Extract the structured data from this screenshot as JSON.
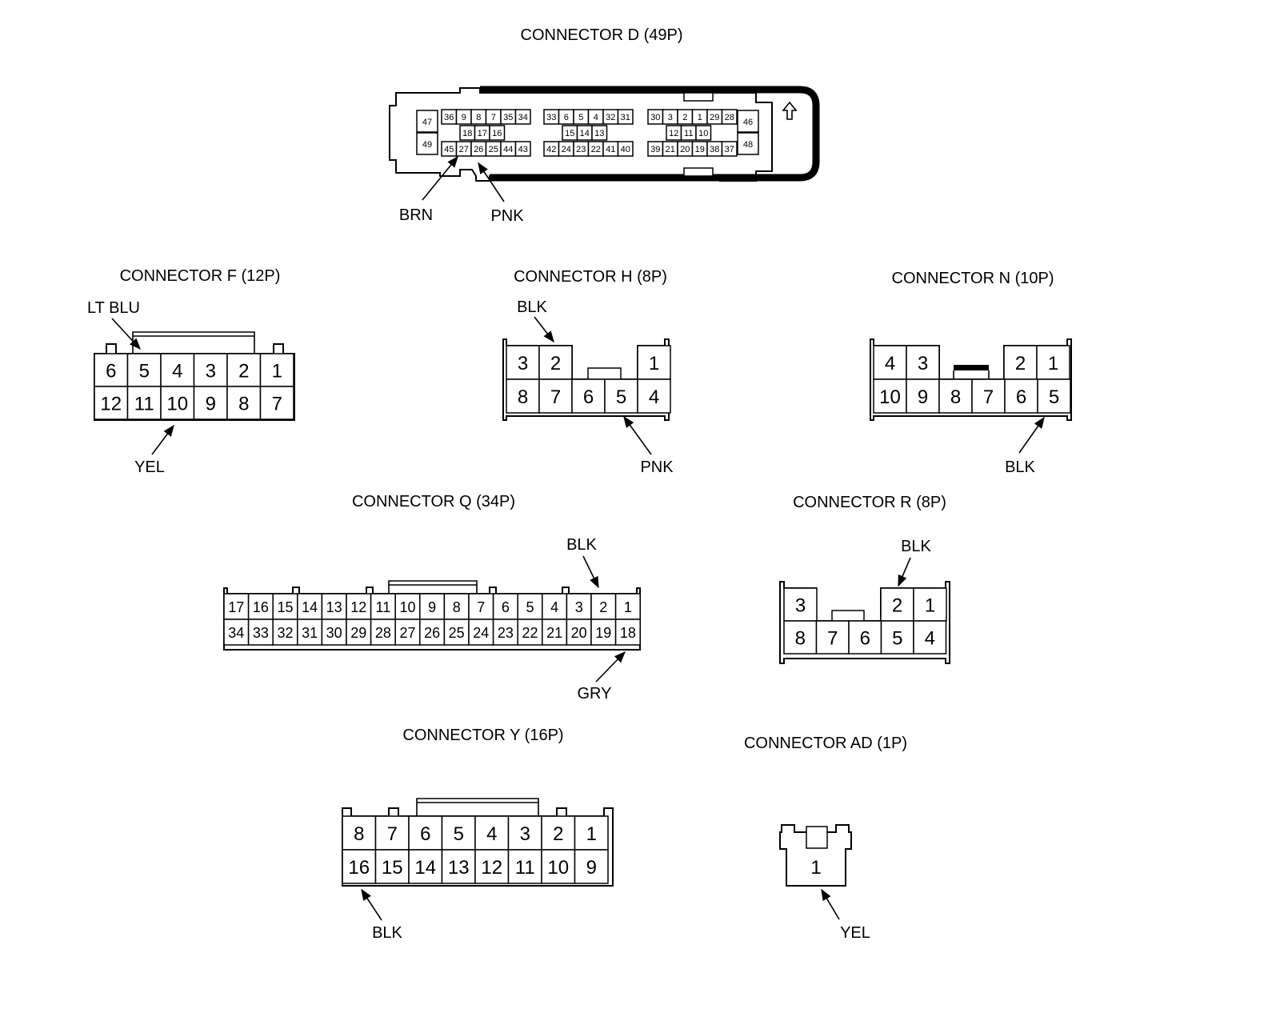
{
  "arrow_icon": "up-arrow-outline-icon",
  "connectors": {
    "d": {
      "title": "CONNECTOR D (49P)",
      "wires": {
        "brn": "BRN",
        "pnk": "PNK"
      },
      "pins": {
        "side_left": [
          "47",
          "49"
        ],
        "side_right": [
          "46",
          "48"
        ],
        "g1_top": [
          "36",
          "9",
          "8",
          "7",
          "35",
          "34"
        ],
        "g1_mid": [
          "18",
          "17",
          "16"
        ],
        "g1_bot": [
          "45",
          "27",
          "26",
          "25",
          "44",
          "43"
        ],
        "g2_top": [
          "33",
          "6",
          "5",
          "4",
          "32",
          "31"
        ],
        "g2_mid": [
          "15",
          "14",
          "13"
        ],
        "g2_bot": [
          "42",
          "24",
          "23",
          "22",
          "41",
          "40"
        ],
        "g3_top": [
          "30",
          "3",
          "2",
          "1",
          "29",
          "28"
        ],
        "g3_mid": [
          "12",
          "11",
          "10"
        ],
        "g3_bot": [
          "39",
          "21",
          "20",
          "19",
          "38",
          "37"
        ]
      }
    },
    "f": {
      "title": "CONNECTOR F (12P)",
      "wires": {
        "lt_blu": "LT BLU",
        "yel": "YEL"
      },
      "pins": {
        "top": [
          "6",
          "5",
          "4",
          "3",
          "2",
          "1"
        ],
        "bottom": [
          "12",
          "11",
          "10",
          "9",
          "8",
          "7"
        ]
      }
    },
    "h": {
      "title": "CONNECTOR H (8P)",
      "wires": {
        "blk": "BLK",
        "pnk": "PNK"
      },
      "pins": {
        "top": [
          "3",
          "2",
          "1"
        ],
        "bottom": [
          "8",
          "7",
          "6",
          "5",
          "4"
        ]
      }
    },
    "n": {
      "title": "CONNECTOR N (10P)",
      "wires": {
        "blk": "BLK"
      },
      "pins": {
        "top": [
          "4",
          "3",
          "2",
          "1"
        ],
        "bottom": [
          "10",
          "9",
          "8",
          "7",
          "6",
          "5"
        ]
      }
    },
    "q": {
      "title": "CONNECTOR Q (34P)",
      "wires": {
        "blk": "BLK",
        "gry": "GRY"
      },
      "pins": {
        "top": [
          "17",
          "16",
          "15",
          "14",
          "13",
          "12",
          "11",
          "10",
          "9",
          "8",
          "7",
          "6",
          "5",
          "4",
          "3",
          "2",
          "1"
        ],
        "bottom": [
          "34",
          "33",
          "32",
          "31",
          "30",
          "29",
          "28",
          "27",
          "26",
          "25",
          "24",
          "23",
          "22",
          "21",
          "20",
          "19",
          "18"
        ]
      }
    },
    "r": {
      "title": "CONNECTOR R (8P)",
      "wires": {
        "blk": "BLK"
      },
      "pins": {
        "top": [
          "3",
          "2",
          "1"
        ],
        "bottom": [
          "8",
          "7",
          "6",
          "5",
          "4"
        ]
      }
    },
    "y": {
      "title": "CONNECTOR Y (16P)",
      "wires": {
        "blk": "BLK"
      },
      "pins": {
        "top": [
          "8",
          "7",
          "6",
          "5",
          "4",
          "3",
          "2",
          "1"
        ],
        "bottom": [
          "16",
          "15",
          "14",
          "13",
          "12",
          "11",
          "10",
          "9"
        ]
      }
    },
    "ad": {
      "title": "CONNECTOR AD (1P)",
      "wires": {
        "yel": "YEL"
      },
      "pins": {
        "single": [
          "1"
        ]
      }
    }
  }
}
